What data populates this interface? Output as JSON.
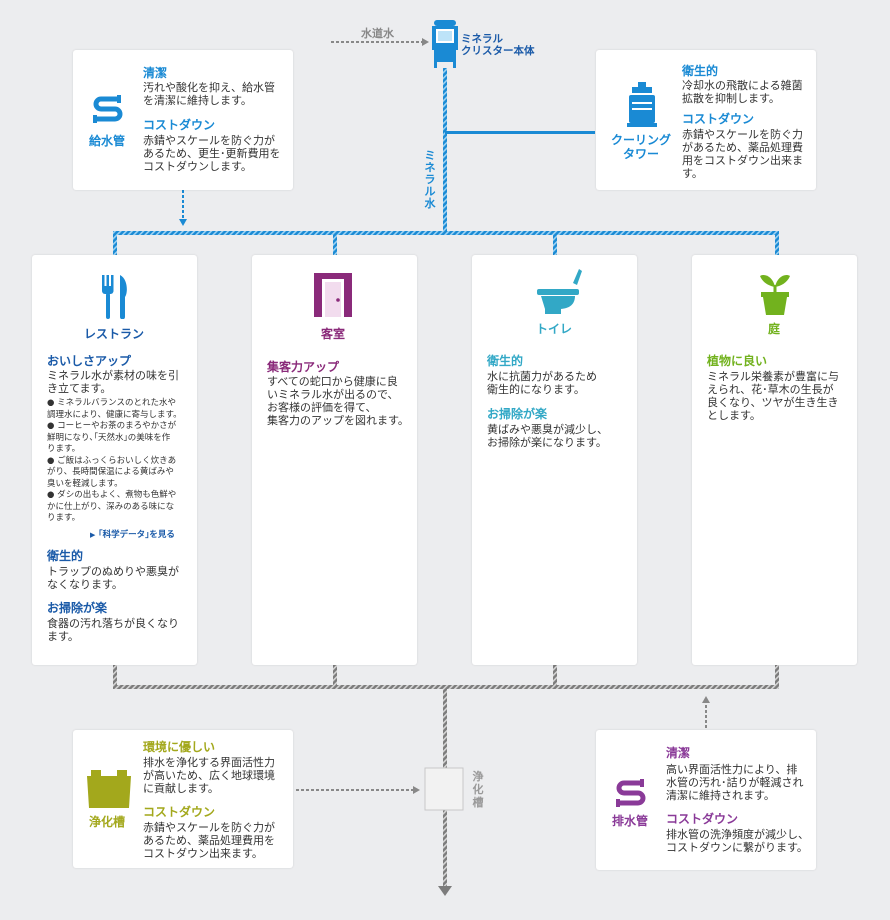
{
  "colors": {
    "blue": "#1a8ad4",
    "navy": "#1a5aa8",
    "magenta": "#8a2a7a",
    "olive": "#a3a81c",
    "green": "#72b21e",
    "teal": "#32a8c6",
    "purple": "#8a3a98",
    "gray": "#7c7c7c"
  },
  "top": {
    "tap_water": "水道水",
    "unit_label": "ミネラル\nクリスター本体",
    "mineral_water": "ミ\nネ\nラ\nル\n水"
  },
  "supply_pipe": {
    "label": "給水管",
    "icon": "pipe-icon",
    "h1": "清潔",
    "t1": "汚れや酸化を抑え、給水管\nを清潔に維持します。",
    "h2": "コストダウン",
    "t2": "赤錆やスケールを防ぐ力が\nあるため、更生･更新費用を\nコストダウンします。"
  },
  "cooling_tower": {
    "label": "クーリング\nタワー",
    "icon": "cooling-tower-icon",
    "h1": "衛生的",
    "t1": "冷却水の飛散による雑菌\n拡散を抑制します。",
    "h2": "コストダウン",
    "t2": "赤錆やスケールを防ぐ力\nがあるため、薬品処理費\n用をコストダウン出来ま\nす。"
  },
  "restaurant": {
    "label": "レストラン",
    "icon": "fork-knife-icon",
    "h1": "おいしさアップ",
    "t1": "ミネラル水が素材の味を引\nき立てます。",
    "bullets": "● ミネラルバランスのとれた水や\n調理水により、健康に寄与します。\n● コーヒーやお茶のまろやかさが\n鮮明になり､｢天然水｣の美味を作\nります。\n● ご飯はふっくらおいしく炊きあ\nがり、長時間保温による黄ばみや\n臭いを軽減します。\n● ダシの出もよく、煮物も色鮮や\nかに仕上がり、深みのある味にな\nります。",
    "link": "｢科学データ｣を見る",
    "h2": "衛生的",
    "t2": "トラップのぬめりや悪臭が\nなくなります。",
    "h3": "お掃除が楽",
    "t3": "食器の汚れ落ちが良くなり\nます。"
  },
  "guest_room": {
    "label": "客室",
    "icon": "door-icon",
    "h1": "集客力アップ",
    "t1": "すべての蛇口から健康に良\nいミネラル水が出るので、\nお客様の評価を得て、\n集客力のアップを図れます。"
  },
  "toilet": {
    "label": "トイレ",
    "icon": "toilet-icon",
    "h1": "衛生的",
    "t1": "水に抗菌力があるため\n衛生的になります。",
    "h2": "お掃除が楽",
    "t2": "黄ばみや悪臭が減少し、\nお掃除が楽になります。"
  },
  "garden": {
    "label": "庭",
    "icon": "plant-icon",
    "h1": "植物に良い",
    "t1": "ミネラル栄養素が豊富に与\nえられ、花･草木の生長が\n良くなり、ツヤが生き生き\nとします。"
  },
  "septic": {
    "label": "浄化槽",
    "icon": "septic-tank-icon",
    "h1": "環境に優しい",
    "t1": "排水を浄化する界面活性力\nが高いため、広く地球環境\nに貢献します。",
    "h2": "コストダウン",
    "t2": "赤錆やスケールを防ぐ力が\nあるため、薬品処理費用を\nコストダウン出来ます。",
    "tank_label": "浄\n化\n槽"
  },
  "drain_pipe": {
    "label": "排水管",
    "icon": "drain-pipe-icon",
    "h1": "清潔",
    "t1": "高い界面活性力により、排\n水管の汚れ･詰りが軽減され\n清潔に維持されます。",
    "h2": "コストダウン",
    "t2": "排水管の洗浄頻度が減少し、\nコストダウンに繋がります。"
  }
}
